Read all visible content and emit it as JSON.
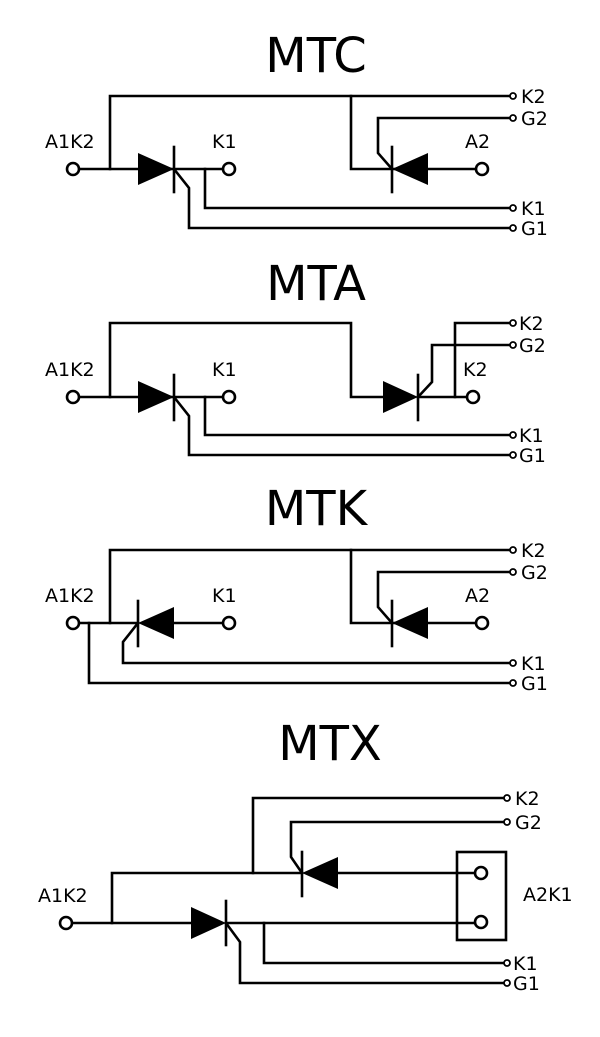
{
  "diagrams": [
    {
      "title": "MTC",
      "labels": {
        "left_terminal": "A1K2",
        "mid_terminal": "K1",
        "right_terminal": "A2",
        "k2": "K2",
        "g2": "G2",
        "k1": "K1",
        "g1": "G1"
      }
    },
    {
      "title": "MTA",
      "labels": {
        "left_terminal": "A1K2",
        "mid_terminal": "K1",
        "right_terminal": "K2",
        "k2": "K2",
        "g2": "G2",
        "k1": "K1",
        "g1": "G1"
      }
    },
    {
      "title": "MTK",
      "labels": {
        "left_terminal": "A1K2",
        "mid_terminal": "K1",
        "right_terminal": "A2",
        "k2": "K2",
        "g2": "G2",
        "k1": "K1",
        "g1": "G1"
      }
    },
    {
      "title": "MTX",
      "labels": {
        "left_terminal": "A1K2",
        "right_terminal": "A2K1",
        "k2": "K2",
        "g2": "G2",
        "k1": "K1",
        "g1": "G1"
      }
    }
  ]
}
